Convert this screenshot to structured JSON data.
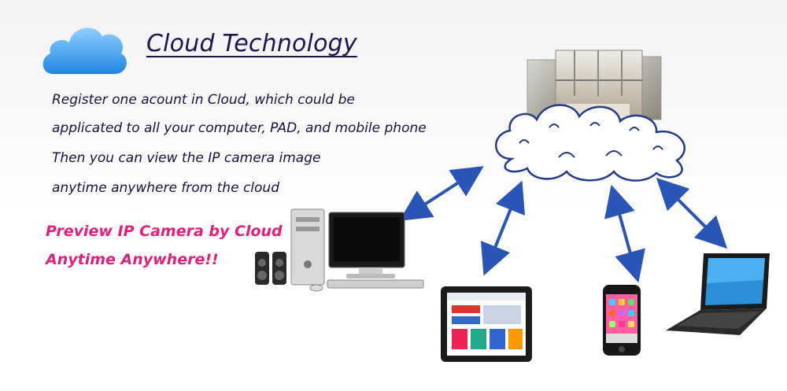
{
  "title": "Cloud Technology",
  "description": [
    "Register one acount in Cloud, which could be",
    "applicated to all your computer, PAD, and mobile phone",
    "Then you can view the IP camera image",
    "anytime anywhere from the cloud"
  ],
  "promo": [
    "Preview IP Camera by Cloud",
    "Anytime Anywhere!!"
  ],
  "colors": {
    "title": "#1e1450",
    "promo": "#e0207a",
    "arrow": "#2a55b8",
    "cloud_icon": "#3aa0ea"
  },
  "icons": [
    "cloud-logo-icon",
    "cloud-server-icon",
    "desktop-computer-icon",
    "tablet-icon",
    "smartphone-icon",
    "laptop-icon"
  ]
}
